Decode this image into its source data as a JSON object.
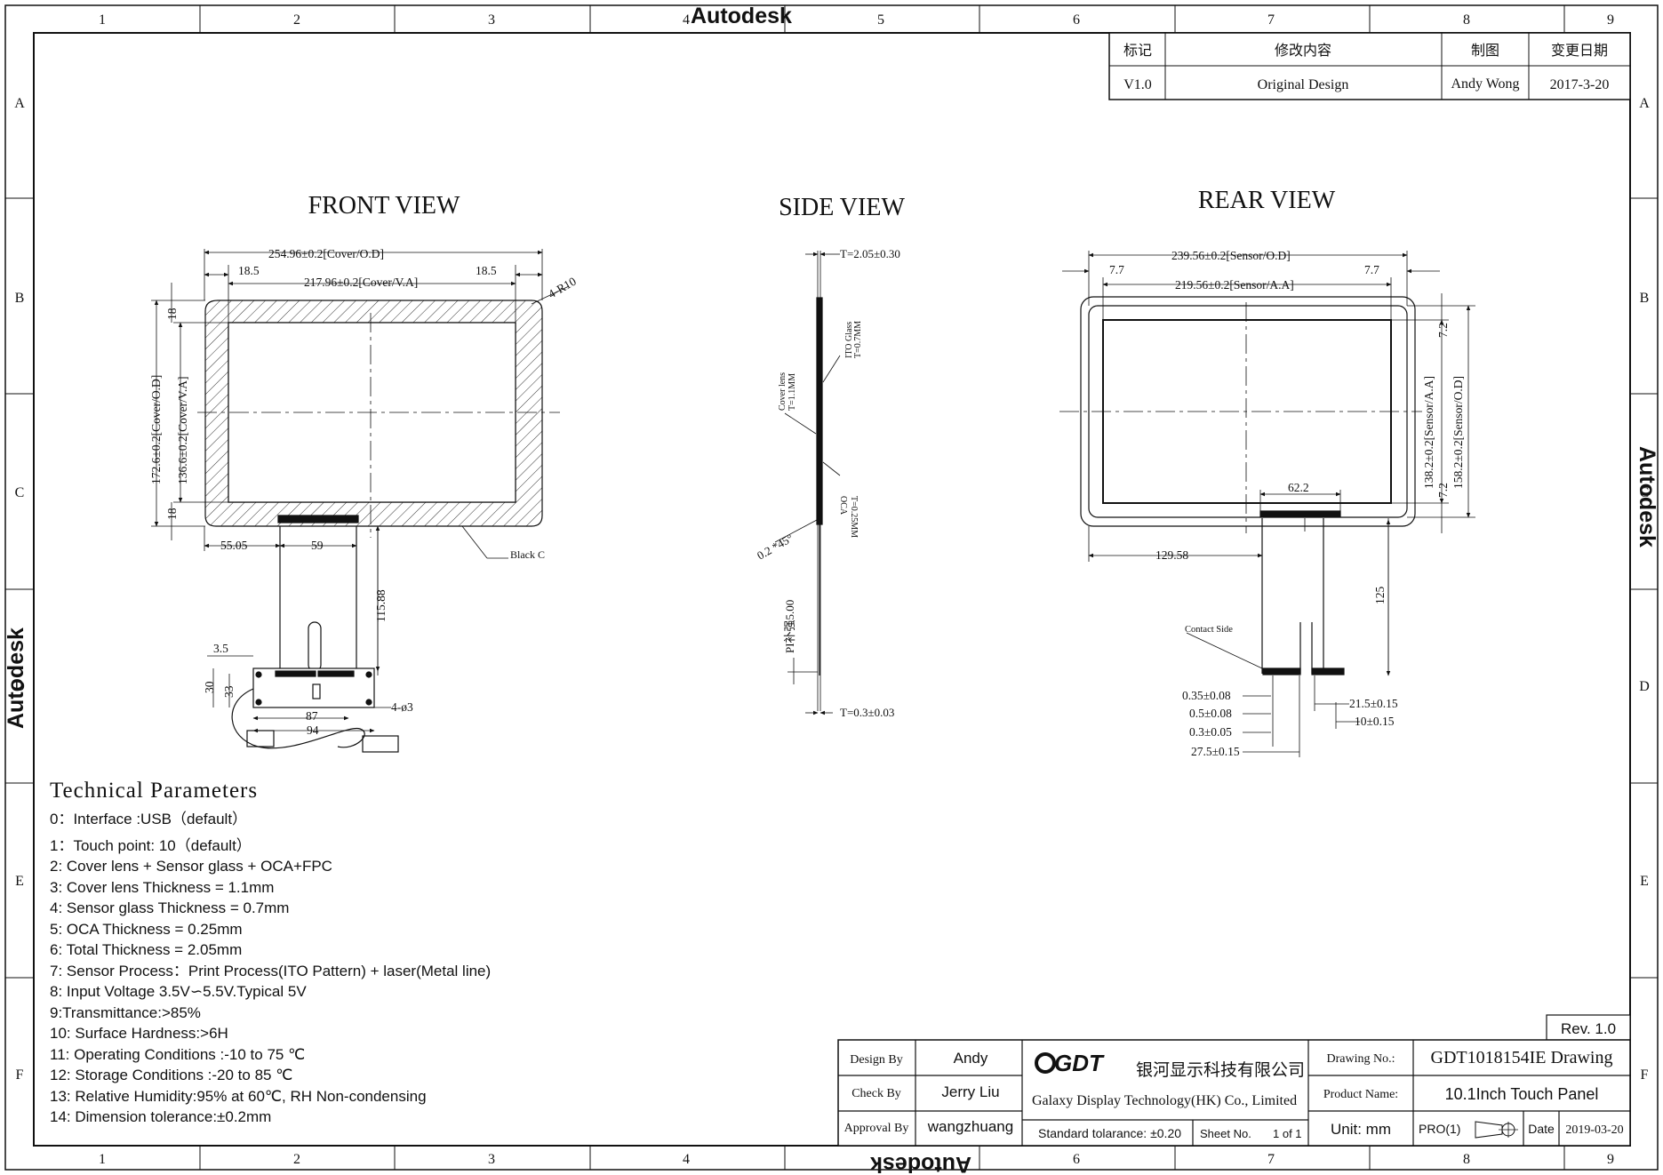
{
  "watermark": "Autodesk",
  "grid": {
    "columns": [
      "1",
      "2",
      "3",
      "4",
      "5",
      "6",
      "7",
      "8",
      "9"
    ],
    "rows": [
      "A",
      "B",
      "C",
      "D",
      "E",
      "F"
    ]
  },
  "revision_table": {
    "headers": [
      "标记",
      "修改内容",
      "制图",
      "变更日期"
    ],
    "row": [
      "V1.0",
      "Original Design",
      "Andy Wong",
      "2017-3-20"
    ]
  },
  "views": {
    "front": {
      "title": "FRONT VIEW",
      "dims": {
        "cover_od_w": "254.96±0.2[Cover/O.D]",
        "left_margin": "18.5",
        "right_margin": "18.5",
        "cover_va_w": "217.96±0.2[Cover/V.A]",
        "radius": "4-R10",
        "top_margin": "18",
        "bottom_margin": "18",
        "cover_od_h": "172.6±0.2[Cover/O.D]",
        "cover_va_h": "136.6±0.2[Cover/V.A]",
        "fpc_offset": "55.05",
        "fpc_width": "59",
        "black_c": "Black C",
        "fpc_length": "115.88",
        "pcb_w1": "3.5",
        "pcb_h1": "30",
        "pcb_h2": "33",
        "holes": "4-ø3",
        "pcb_w2": "87",
        "pcb_w3": "94"
      }
    },
    "side": {
      "title": "SIDE VIEW",
      "dims": {
        "total_t": "T=2.05±0.30",
        "ito_glass": "ITO Glass",
        "ito_t": "T=0.7MM",
        "cover_lens": "Cover lens",
        "cover_t": "T=1.1MM",
        "oca": "OCA",
        "oca_t": "T=0.25MM",
        "chamfer": "0.2 *45°",
        "pi": "PI补强5.00",
        "fpc_t": "T=0.3±0.03"
      }
    },
    "rear": {
      "title": "REAR VIEW",
      "dims": {
        "sensor_od_w": "239.56±0.2[Sensor/O.D]",
        "left_margin": "7.7",
        "right_margin": "7.7",
        "sensor_aa_w": "219.56±0.2[Sensor/A.A]",
        "top_margin": "7.2",
        "bottom_margin": "7.2",
        "sensor_aa_h": "138.2±0.2[Sensor/A.A]",
        "sensor_od_h": "158.2±0.2[Sensor/O.D]",
        "fpc_width": "62.2",
        "fpc_offset": "129.58",
        "fpc_length": "125",
        "contact_side": "Contact Side",
        "pin1": "0.35±0.08",
        "pin2": "0.5±0.08",
        "pin3": "0.3±0.05",
        "pin4": "27.5±0.15",
        "tail1": "21.5±0.15",
        "tail2": "10±0.15"
      }
    }
  },
  "tech_params": {
    "title": "Technical Parameters",
    "items": [
      "0：Interface :USB（default）",
      "1：Touch point: 10（default）",
      "2: Cover lens + Sensor glass + OCA+FPC",
      "3: Cover lens Thickness = 1.1mm",
      "4: Sensor glass Thickness = 0.7mm",
      "5: OCA Thickness = 0.25mm",
      "6:  Total Thickness = 2.05mm",
      "7: Sensor Process：Print Process(ITO Pattern) + laser(Metal line)",
      "8: Input Voltage  3.5V∽5.5V.Typical 5V",
      "9:Transmittance:>85%",
      "10: Surface Hardness:>6H",
      "11: Operating Conditions :-10 to 75 ℃",
      "12: Storage Conditions :-20 to 85 ℃",
      "13: Relative Humidity:95% at 60℃, RH Non-condensing",
      "14: Dimension tolerance:±0.2mm"
    ]
  },
  "title_block": {
    "rev": "Rev. 1.0",
    "design_by_label": "Design By",
    "design_by": "Andy",
    "check_by_label": "Check By",
    "check_by": "Jerry Liu",
    "approval_by_label": "Approval By",
    "approval_by": "wangzhuang",
    "logo": "GDT",
    "company_cn": "银河显示科技有限公司",
    "company_en": "Galaxy Display Technology(HK) Co., Limited",
    "tolerance": "Standard tolarance: ±0.20",
    "sheet_label": "Sheet No.",
    "sheet": "1 of 1",
    "drawing_no_label": "Drawing No.:",
    "drawing_no": "GDT1018154IE Drawing",
    "product_name_label": "Product Name:",
    "product_name": "10.1Inch Touch Panel",
    "unit": "Unit: mm",
    "projection": "PRO(1)",
    "date_label": "Date",
    "date": "2019-03-20"
  }
}
